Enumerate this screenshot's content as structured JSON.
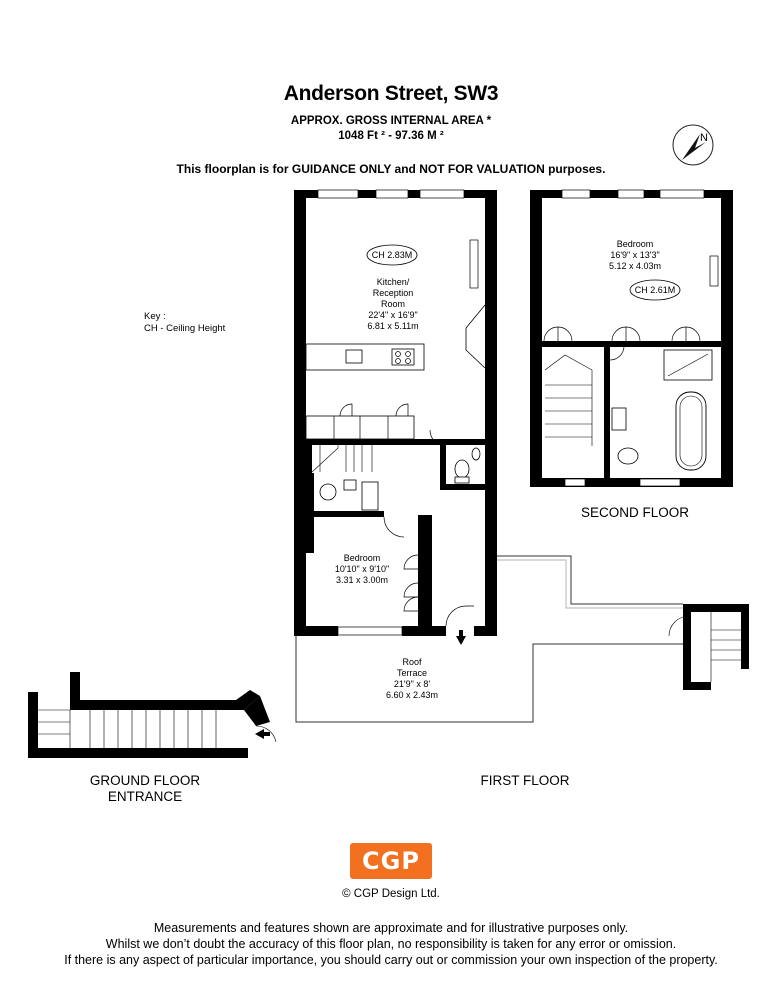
{
  "header": {
    "title": "Anderson Street, SW3",
    "area_line1": "APPROX. GROSS INTERNAL  AREA *",
    "area_line2": "1048 Ft ²  -  97.36 M ²",
    "guidance": "This floorplan is for GUIDANCE ONLY and NOT FOR VALUATION purposes."
  },
  "key": {
    "line1": "Key :",
    "line2": "CH - Ceiling Height"
  },
  "compass": {
    "icon": "north-arrow-icon",
    "letter": "N"
  },
  "first_floor": {
    "label": "FIRST FLOOR",
    "kitchen": {
      "ch": "CH 2.83M",
      "name1": "Kitchen/",
      "name2": "Reception",
      "name3": "Room",
      "imperial": "22'4\" x 16'9\"",
      "metric": "6.81 x 5.11m"
    },
    "bedroom": {
      "name": "Bedroom",
      "imperial": "10'10\" x 9'10\"",
      "metric": "3.31 x 3.00m"
    },
    "terrace": {
      "name1": "Roof",
      "name2": "Terrace",
      "imperial": "21'9\" x 8'",
      "metric": "6.60 x 2.43m"
    }
  },
  "second_floor": {
    "label": "SECOND FLOOR",
    "bedroom": {
      "name": "Bedroom",
      "imperial": "16'9\" x 13'3\"",
      "metric": "5.12 x 4.03m",
      "ch": "CH 2.61M"
    }
  },
  "ground_floor": {
    "label1": "GROUND FLOOR",
    "label2": "ENTRANCE"
  },
  "logo": {
    "text": "CGP",
    "color": "#f37021"
  },
  "copyright": "© CGP Design Ltd.",
  "footer": {
    "line1": "Measurements and features shown are approximate and for illustrative purposes only.",
    "line2": "Whilst we don’t doubt the accuracy of this floor plan, no responsibility is taken for any error or omission.",
    "line3": "If there is any aspect of particular importance, you should carry out or commission your own inspection of the property."
  }
}
